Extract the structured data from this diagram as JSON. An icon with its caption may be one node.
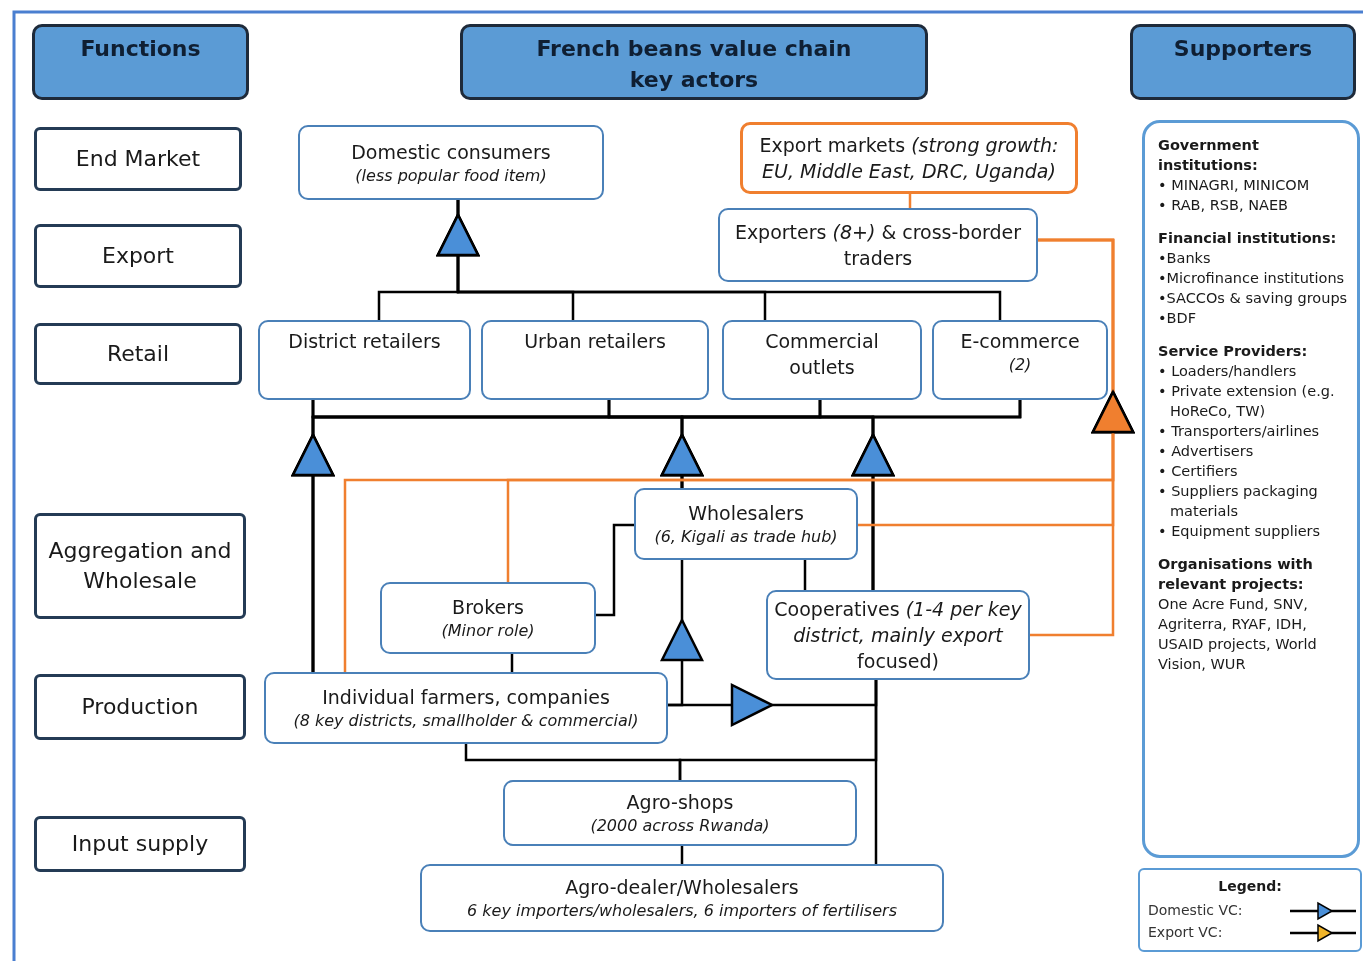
{
  "diagram": {
    "nodes": [
      {
        "text": [
          "Functions"
        ]
      },
      {
        "text": [
          "French beans value chain key actors"
        ]
      },
      {
        "text": [
          "Supporters"
        ]
      },
      {
        "text": [
          "End Market"
        ]
      },
      {
        "text": [
          "Export"
        ]
      },
      {
        "text": [
          "Retail"
        ]
      },
      {
        "text": [
          "Aggregation and Wholesale"
        ]
      },
      {
        "text": [
          "Production"
        ]
      },
      {
        "text": [
          "Input supply"
        ]
      },
      {
        "text": [
          "Domestic consumers",
          "(less popular food item)"
        ]
      },
      {
        "text": [
          "Export markets *(strong growth: EU, Middle East, DRC, Uganda)*"
        ]
      },
      {
        "text": [
          "Exporters *(8+)* & cross-border traders"
        ]
      },
      {
        "text": [
          "District retailers"
        ]
      },
      {
        "text": [
          "Urban retailers"
        ]
      },
      {
        "text": [
          "Commercial outlets"
        ]
      },
      {
        "text": [
          "E-commerce",
          "(2)"
        ]
      },
      {
        "text": [
          "Wholesalers",
          "(6, Kigali as trade hub)"
        ]
      },
      {
        "text": [
          "Brokers",
          "(Minor role)"
        ]
      },
      {
        "text": [
          "Cooperatives *(1-4 per key district, mainly export* focused)"
        ]
      },
      {
        "text": [
          "Individual farmers, companies",
          "(8 key districts, smallholder & commercial)"
        ]
      },
      {
        "text": [
          "Agro-shops",
          "(2000 across Rwanda)"
        ]
      },
      {
        "text": [
          "Agro-dealer/Wholesalers",
          "6 key importers/wholesalers, 6 importers of fertilisers"
        ]
      },
      {
        "text": [
          "Government institutions:",
          "• MINAGRI, MINICOM",
          "• RAB, RSB, NAEB",
          "Financial institutions:",
          "•Banks",
          "•Microfinance institutions",
          "•SACCOs & saving groups",
          "•BDF",
          "Service Providers:",
          "• Loaders/handlers",
          "• Private extension (e.g. HoReCo, TW)",
          "• Transporters/airlines",
          "• Advertisers",
          "• Certifiers",
          "• Suppliers packaging materials",
          "• Equipment suppliers",
          "Organisations with relevant projects:",
          "One Acre Fund, SNV, Agriterra, RYAF, IDH, USAID projects, World Vision, WUR"
        ]
      }
    ],
    "edges": [
      {
        "from": 12,
        "to": 9,
        "arrow": "to"
      },
      {
        "from": 13,
        "to": 9,
        "arrow": "to"
      },
      {
        "from": 14,
        "to": 9,
        "arrow": "to"
      },
      {
        "from": 15,
        "to": 9,
        "arrow": "to"
      },
      {
        "from": 19,
        "to": 12,
        "arrow": "to"
      },
      {
        "from": 19,
        "to": 13,
        "arrow": "to"
      },
      {
        "from": 19,
        "to": 14,
        "arrow": "to"
      },
      {
        "from": 19,
        "to": 15,
        "arrow": "to"
      },
      {
        "from": 16,
        "to": 12,
        "arrow": "to"
      },
      {
        "from": 16,
        "to": 13,
        "arrow": "to"
      },
      {
        "from": 16,
        "to": 14,
        "arrow": "to"
      },
      {
        "from": 16,
        "to": 15,
        "arrow": "to"
      },
      {
        "from": 18,
        "to": 12,
        "arrow": "to"
      },
      {
        "from": 18,
        "to": 13,
        "arrow": "to"
      },
      {
        "from": 18,
        "to": 14,
        "arrow": "to"
      },
      {
        "from": 18,
        "to": 15,
        "arrow": "to"
      },
      {
        "from": 19,
        "to": 11,
        "arrow": "to",
        "color": "#f07f2f"
      },
      {
        "from": 17,
        "to": 11,
        "arrow": "to",
        "color": "#f07f2f"
      },
      {
        "from": 16,
        "to": 11,
        "arrow": "to",
        "color": "#f07f2f"
      },
      {
        "from": 18,
        "to": 11,
        "arrow": "to",
        "color": "#f07f2f"
      },
      {
        "from": 11,
        "to": 10,
        "arrow": "none",
        "color": "#f07f2f"
      },
      {
        "from": 19,
        "to": 16,
        "arrow": "to"
      },
      {
        "from": 19,
        "to": 18,
        "arrow": "to"
      },
      {
        "from": 17,
        "to": 19,
        "arrow": "none"
      },
      {
        "from": 17,
        "to": 16,
        "arrow": "none"
      },
      {
        "from": 16,
        "to": 18,
        "arrow": "none"
      },
      {
        "from": 20,
        "to": 19,
        "arrow": "none"
      },
      {
        "from": 20,
        "to": 18,
        "arrow": "none"
      },
      {
        "from": 21,
        "to": 20,
        "arrow": "none"
      },
      {
        "from": 21,
        "to": 18,
        "arrow": "none"
      }
    ],
    "labels": [
      "Legend:"
    ],
    "legend": [
      {
        "text": "Domestic VC:"
      },
      {
        "text": "Export VC:"
      }
    ]
  }
}
